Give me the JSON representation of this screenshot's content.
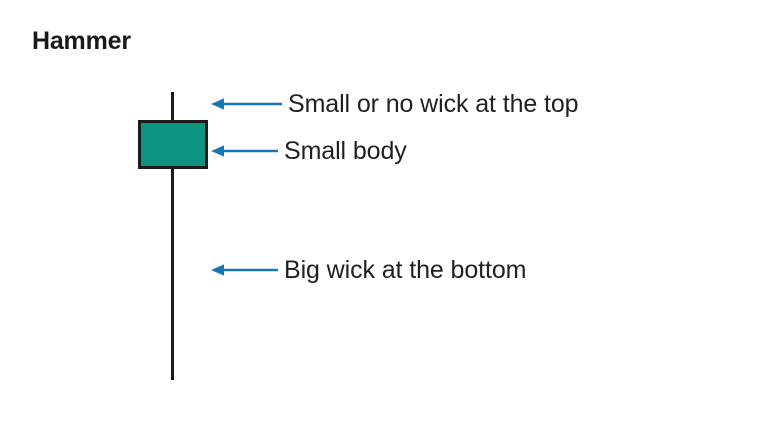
{
  "chart_data": {
    "type": "candlestick",
    "title": "Hammer",
    "xlabel": "",
    "ylabel": "",
    "grid": false,
    "legend": null,
    "colors": {
      "body_fill": "#0c9480",
      "body_border": "#1a1a1a",
      "wick": "#1a1a1a",
      "arrow": "#1878b4",
      "label_text": "#231f20",
      "title_text": "#1a1a1a",
      "background": "#ffffff"
    },
    "candles": [
      {
        "name": "hammer",
        "direction": "bullish",
        "body_fill": "#0c9480",
        "upper_wick": "small",
        "lower_wick": "long",
        "body_size": "small"
      }
    ],
    "annotations": [
      {
        "id": "top-wick",
        "label": "Small or no wick at the top",
        "arrow": "arrow-left-icon",
        "points_to": "upper-wick"
      },
      {
        "id": "body",
        "label": "Small body",
        "arrow": "arrow-left-icon",
        "points_to": "candle-body"
      },
      {
        "id": "bottom-wick",
        "label": "Big wick at the bottom",
        "arrow": "arrow-left-icon",
        "points_to": "lower-wick"
      }
    ]
  },
  "title": "Hammer",
  "annotations": {
    "top_wick": "Small or no wick at the top",
    "body": "Small body",
    "bottom_wick": "Big wick at the bottom"
  }
}
